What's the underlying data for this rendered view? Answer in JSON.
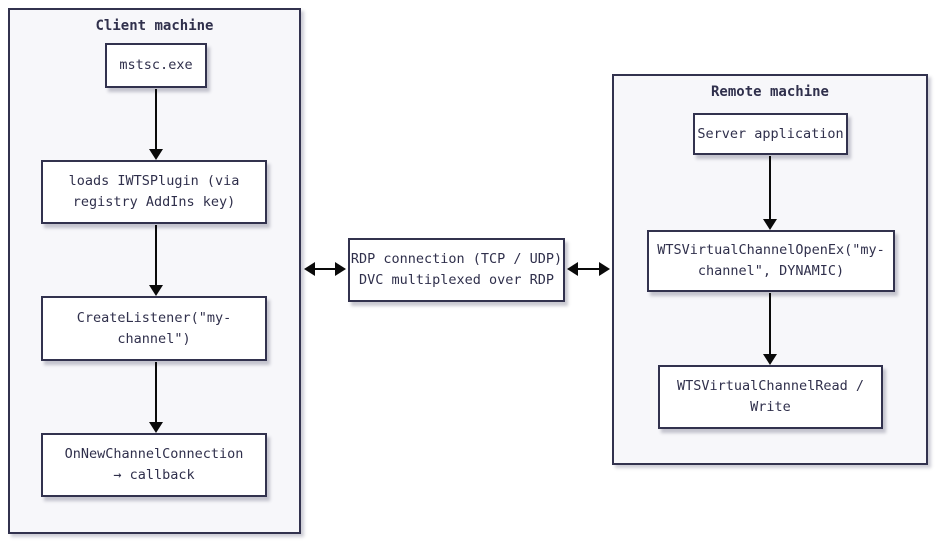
{
  "colors": {
    "border": "#32324e",
    "text": "#30304c",
    "arrow": "#0a0a0a",
    "container_background": "#f7f7fa",
    "node_background": "#ffffff",
    "page_background": "#ffffff"
  },
  "client": {
    "title": "Client machine",
    "nodes": [
      {
        "id": "mstsc",
        "label": "mstsc.exe"
      },
      {
        "id": "loads-plugin",
        "label": "loads IWTSPlugin (via\nregistry AddIns key)"
      },
      {
        "id": "create-listener",
        "label": "CreateListener(\"my-\nchannel\")"
      },
      {
        "id": "on-new-channel-connection",
        "label": "OnNewChannelConnection\n→ callback"
      }
    ]
  },
  "connection": {
    "label": "RDP connection (TCP / UDP)\nDVC multiplexed over RDP"
  },
  "remote": {
    "title": "Remote machine",
    "nodes": [
      {
        "id": "server-application",
        "label": "Server application"
      },
      {
        "id": "open-ex",
        "label": "WTSVirtualChannelOpenEx(\"my-\nchannel\", DYNAMIC)"
      },
      {
        "id": "read-write",
        "label": "WTSVirtualChannelRead /\nWrite"
      }
    ]
  }
}
